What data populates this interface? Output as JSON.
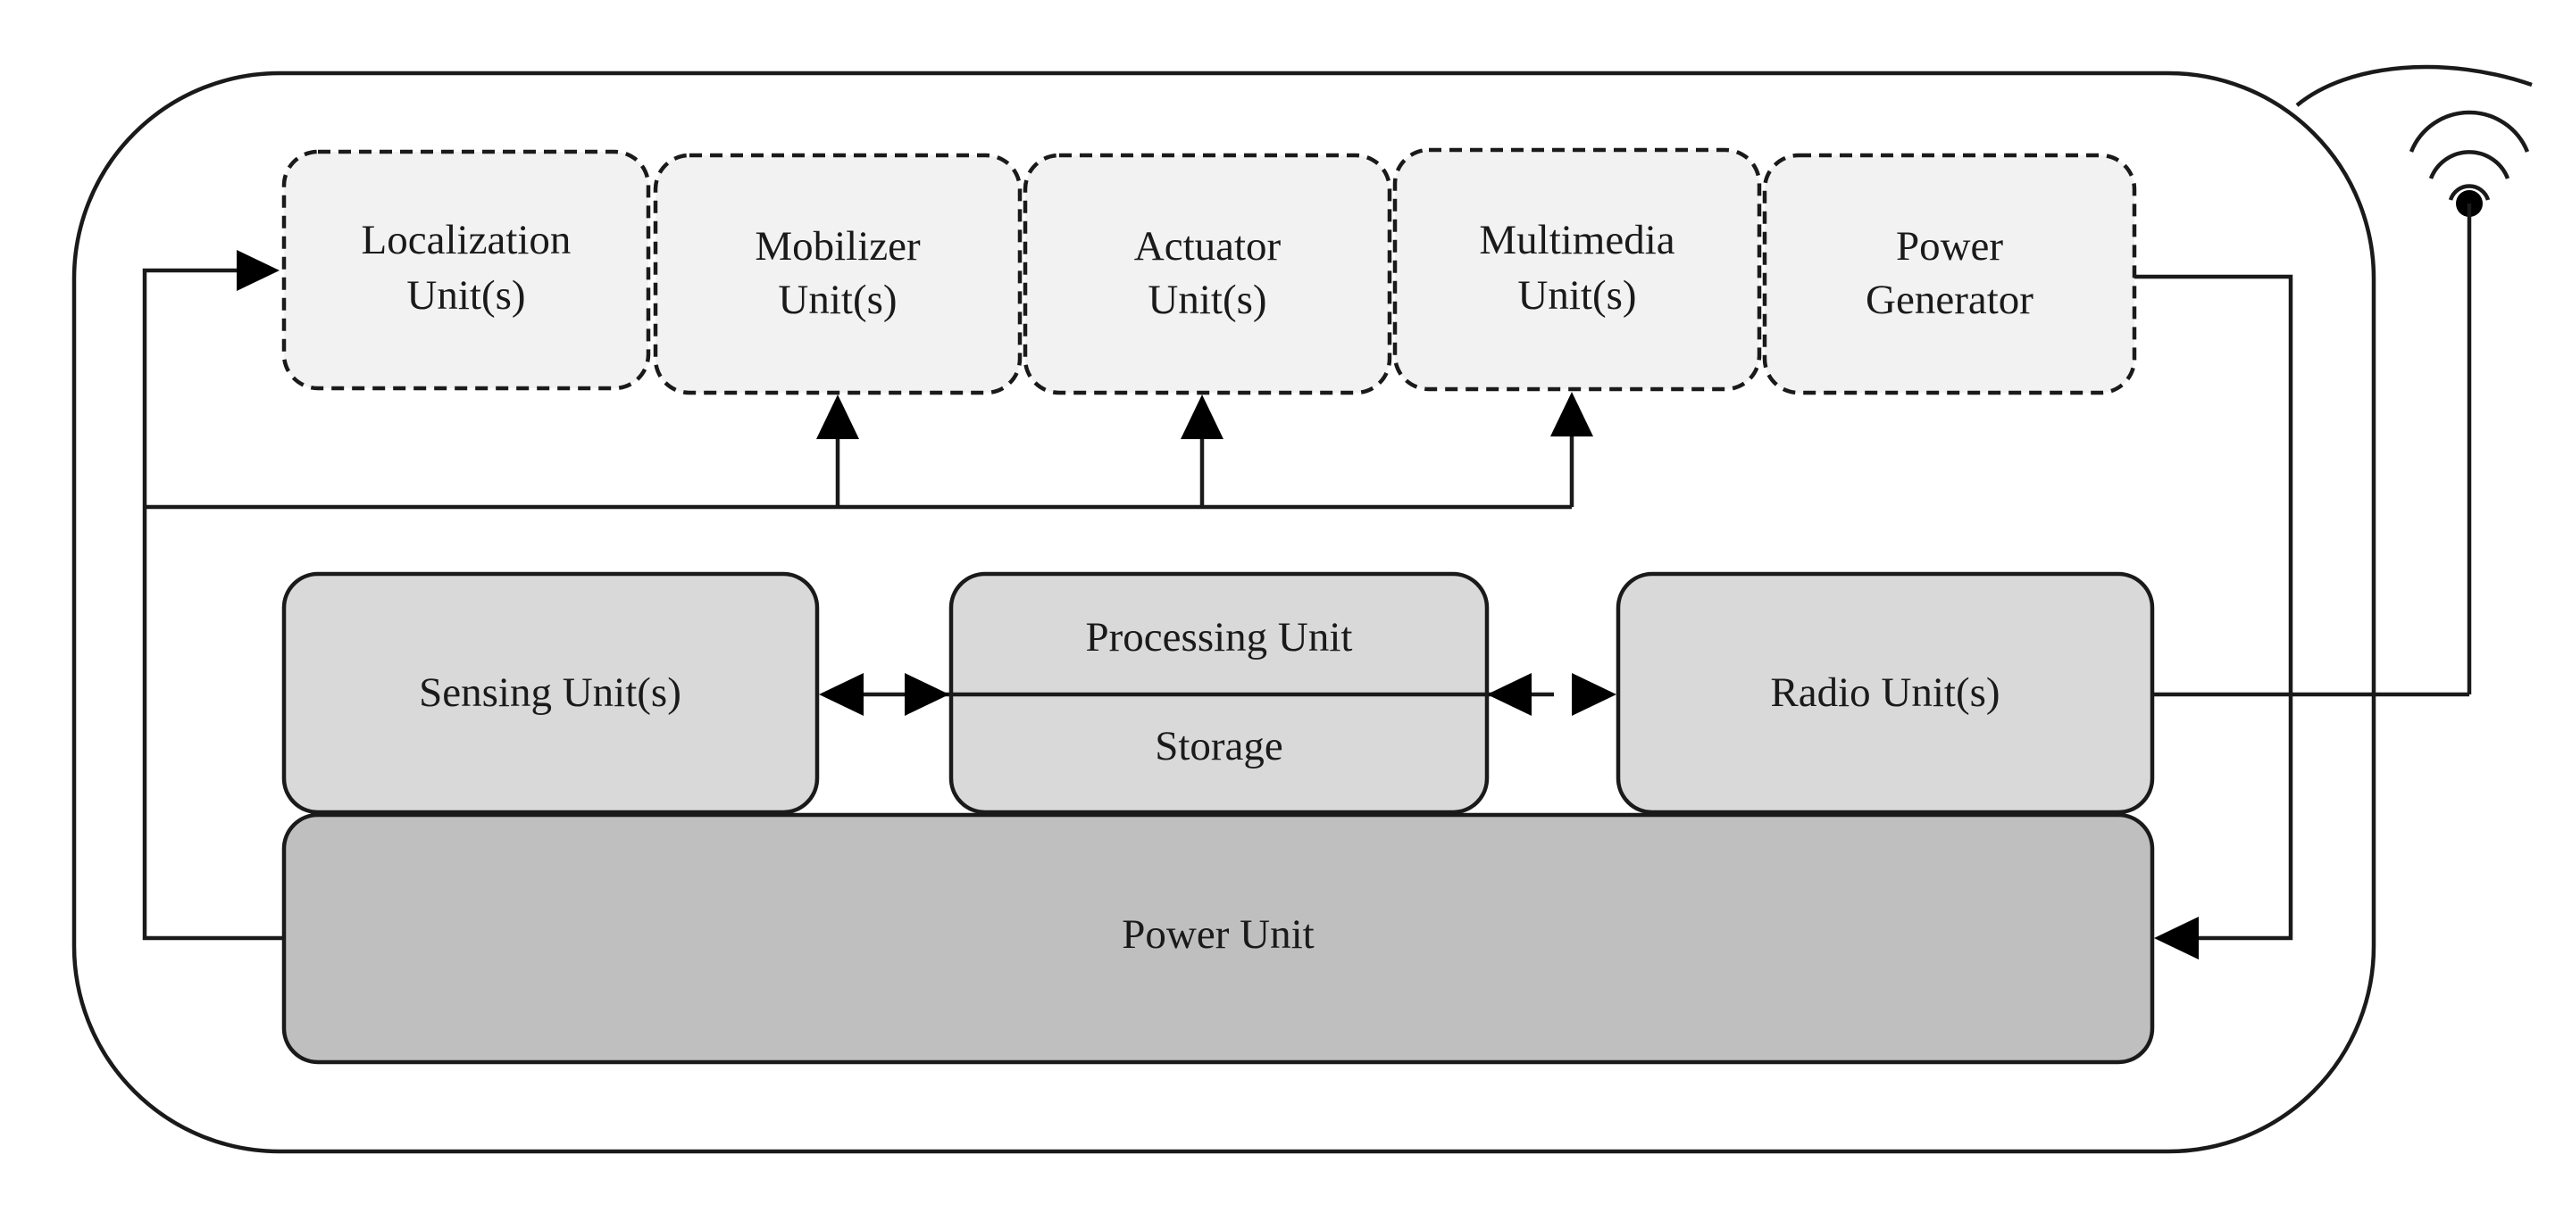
{
  "optional_units": {
    "localization": {
      "line1": "Localization",
      "line2": "Unit(s)"
    },
    "mobilizer": {
      "line1": "Mobilizer",
      "line2": "Unit(s)"
    },
    "actuator": {
      "line1": "Actuator",
      "line2": "Unit(s)"
    },
    "multimedia": {
      "line1": "Multimedia",
      "line2": "Unit(s)"
    },
    "power_generator": {
      "line1": "Power",
      "line2": "Generator"
    }
  },
  "core_units": {
    "sensing": "Sensing Unit(s)",
    "processing": "Processing Unit",
    "storage": "Storage",
    "radio": "Radio Unit(s)"
  },
  "power_unit": "Power Unit"
}
